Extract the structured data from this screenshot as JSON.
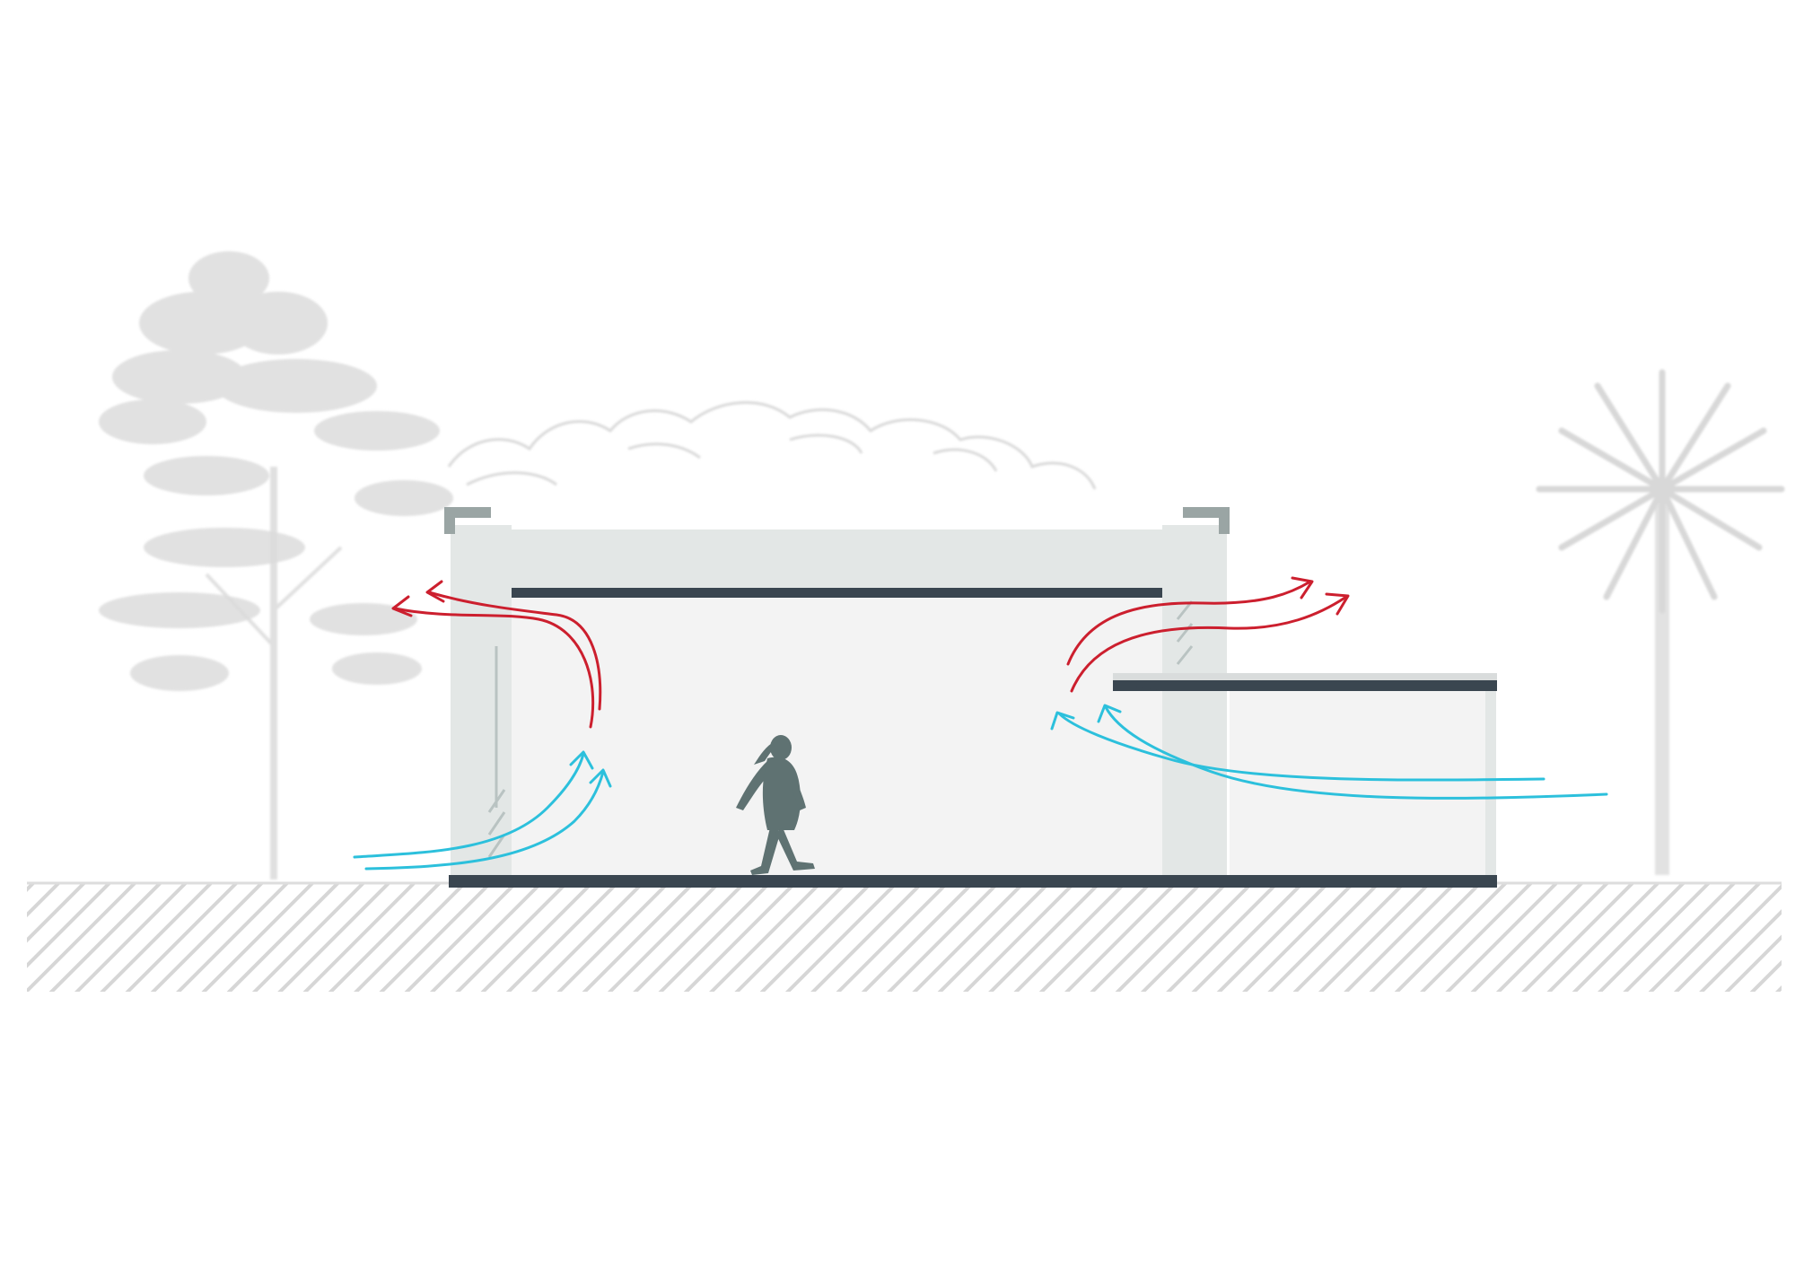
{
  "diagram": {
    "kind": "building-section-ventilation",
    "labels": [],
    "colors": {
      "background": "#ffffff",
      "structure_dark": "#3a4650",
      "wall_light": "#e3e7e6",
      "interior": "#f3f3f3",
      "ground_hatch": "#cfcfcf",
      "warm_air": "#cc1f2e",
      "cool_air": "#2cc0dc",
      "figure": "#5f7272",
      "vegetation": "#d2d2d2"
    },
    "airflow": {
      "warm_exhaust_arrows": 4,
      "cool_intake_arrows": 4
    },
    "icons": [
      "deciduous-tree-icon",
      "palm-tree-icon",
      "walking-person-icon",
      "cloud-trees-icon"
    ]
  }
}
